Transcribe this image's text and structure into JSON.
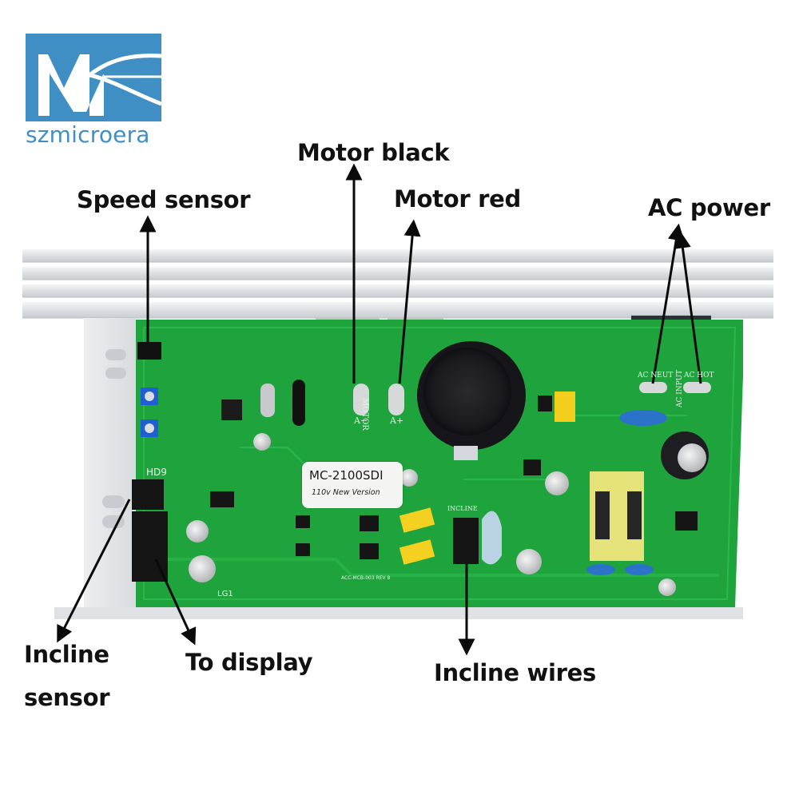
{
  "logo": {
    "brand_text": "szmicroera",
    "brand_color": "#3f8fc4"
  },
  "product": {
    "model": "MC-2100SDI",
    "version": "110v New Version",
    "board_id": "ACC-MCB-003 REV 8"
  },
  "board_silkscreen": {
    "motor": "MOTOR",
    "motor_neg": "A−",
    "motor_pos": "A+",
    "ac_input": "AC INPUT",
    "ac_neut": "AC NEUT",
    "ac_hot": "AC HOT",
    "incline": "INCLINE",
    "hd9": "HD9",
    "lg1": "LG1"
  },
  "callouts": {
    "motor_black": "Motor black",
    "speed_sensor": "Speed sensor",
    "motor_red": "Motor red",
    "ac_power": "AC power",
    "incline_sensor_line1": "Incline",
    "incline_sensor_line2": "sensor",
    "to_display": "To display",
    "incline_wires": "Incline wires"
  },
  "colors": {
    "pcb_green": "#1fa33c",
    "heatsink": "#e3e5e7",
    "arrow": "#0a0a0a"
  }
}
